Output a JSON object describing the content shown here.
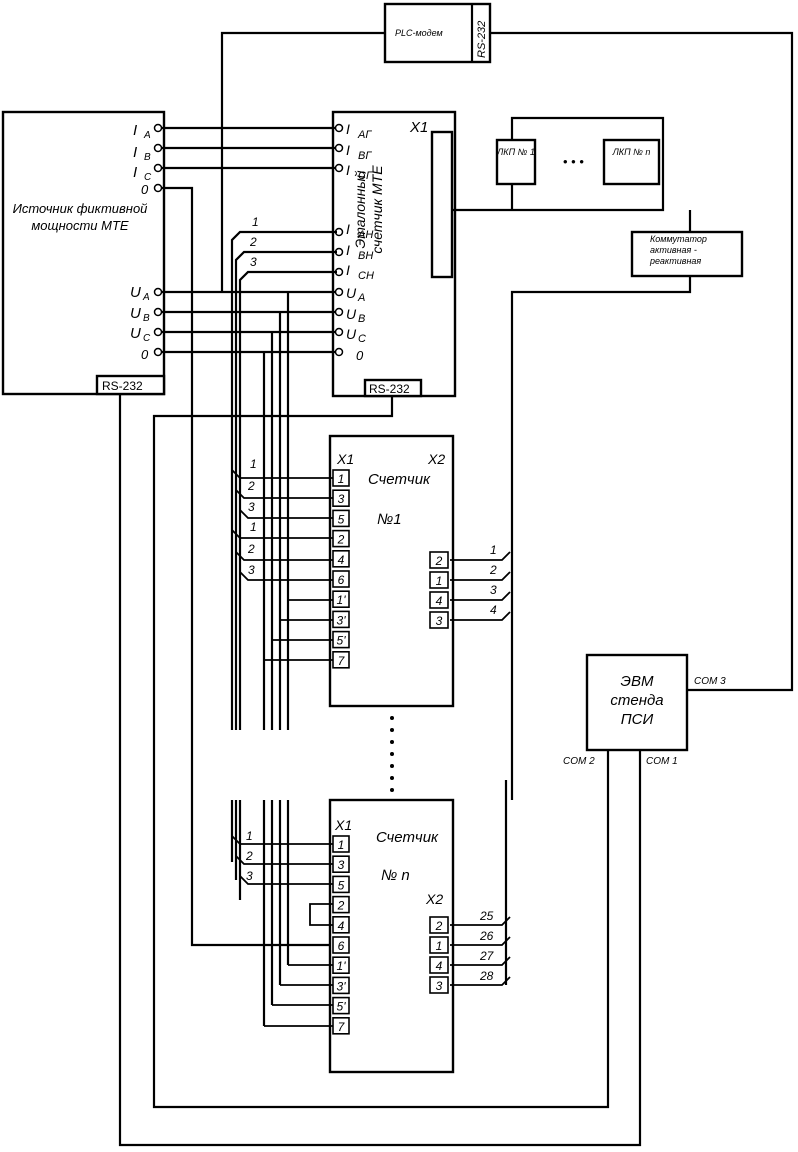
{
  "blocks": {
    "plc_modem": "PLC-модем",
    "plc_rs232": "RS-232",
    "source_title": "Источник фиктивной мощности МТЕ",
    "source_rs232": "RS-232",
    "reference_title": "Эталонный счетчик МТЕ",
    "reference_rs232": "RS-232",
    "reference_x1": "X1",
    "lkp_1": "ЛКП № 1",
    "lkp_n": "ЛКП № n",
    "lkp_dots": "• • •",
    "commutator": "Коммутатор активная - реактивная",
    "computer": "ЭВМ стенда ПСИ",
    "com1": "COM 1",
    "com2": "COM 2",
    "com3": "COM 3"
  },
  "source_terminals": {
    "ia": "I",
    "ia_sub": "A",
    "ib": "I",
    "ib_sub": "B",
    "ic": "I",
    "ic_sub": "C",
    "zero_top": "0",
    "ua": "U",
    "ua_sub": "A",
    "ub": "U",
    "ub_sub": "B",
    "uc": "U",
    "uc_sub": "C",
    "zero_bottom": "0"
  },
  "reference_terminals": {
    "iag": "I",
    "iag_sub": "АГ",
    "ibg": "I",
    "ibg_sub": "ВГ",
    "icg": "I",
    "icg_sub": "СГ",
    "iah": "I",
    "iah_sub": "АН",
    "ibh": "I",
    "ibh_sub": "ВН",
    "ich": "I",
    "ich_sub": "СН",
    "ua": "U",
    "ua_sub": "A",
    "ub": "U",
    "ub_sub": "B",
    "uc": "U",
    "uc_sub": "C",
    "zero": "0"
  },
  "meter_1": {
    "title": "Счетчик",
    "number": "№1",
    "x1": "X1",
    "x2": "X2",
    "x1_pins": [
      "1",
      "3",
      "5",
      "2",
      "4",
      "6",
      "1'",
      "3'",
      "5'",
      "7"
    ],
    "x2_pins": [
      "2",
      "1",
      "4",
      "3"
    ],
    "out_labels": [
      "1",
      "2",
      "3",
      "4"
    ],
    "wire_labels": [
      "1",
      "2",
      "3",
      "1",
      "2",
      "3"
    ]
  },
  "meter_n": {
    "title": "Счетчик",
    "number": "№ n",
    "x1": "X1",
    "x2": "X2",
    "x1_pins": [
      "1",
      "3",
      "5",
      "2",
      "4",
      "6",
      "1'",
      "3'",
      "5'",
      "7"
    ],
    "x2_pins": [
      "2",
      "1",
      "4",
      "3"
    ],
    "out_labels": [
      "25",
      "26",
      "27",
      "28"
    ],
    "wire_labels": [
      "1",
      "2",
      "3"
    ]
  },
  "current_wire_labels": [
    "1",
    "2",
    "3"
  ],
  "ellipsis": "⋮"
}
